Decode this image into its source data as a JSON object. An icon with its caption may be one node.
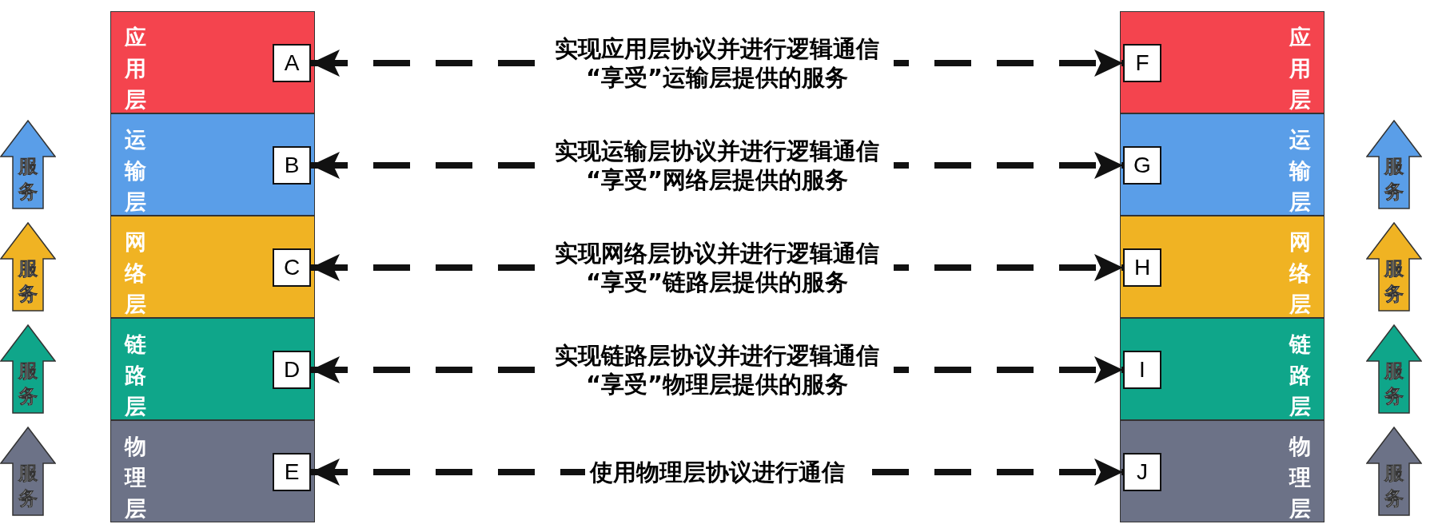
{
  "diagram": {
    "nodes": [
      {
        "text": [
          "应用层"
        ]
      },
      {
        "text": [
          "A"
        ],
        "in": 0
      },
      {
        "text": [
          "运输层"
        ]
      },
      {
        "text": [
          "B"
        ],
        "in": 2
      },
      {
        "text": [
          "网络层"
        ]
      },
      {
        "text": [
          "C"
        ],
        "in": 4
      },
      {
        "text": [
          "链路层"
        ]
      },
      {
        "text": [
          "D"
        ],
        "in": 6
      },
      {
        "text": [
          "物理层"
        ]
      },
      {
        "text": [
          "E"
        ],
        "in": 8
      },
      {
        "text": [
          "应用层"
        ]
      },
      {
        "text": [
          "F"
        ],
        "in": 10
      },
      {
        "text": [
          "运输层"
        ]
      },
      {
        "text": [
          "G"
        ],
        "in": 12
      },
      {
        "text": [
          "网络层"
        ]
      },
      {
        "text": [
          "H"
        ],
        "in": 14
      },
      {
        "text": [
          "链路层"
        ]
      },
      {
        "text": [
          "I"
        ],
        "in": 16
      },
      {
        "text": [
          "物理层"
        ]
      },
      {
        "text": [
          "J"
        ],
        "in": 18
      },
      {
        "text": [
          "服务"
        ]
      },
      {
        "text": [
          "服务"
        ]
      },
      {
        "text": [
          "服务"
        ]
      },
      {
        "text": [
          "服务"
        ]
      },
      {
        "text": [
          "服务"
        ]
      },
      {
        "text": [
          "服务"
        ]
      },
      {
        "text": [
          "服务"
        ]
      },
      {
        "text": [
          "服务"
        ]
      }
    ],
    "edges": [
      {
        "from": 1,
        "to": 11,
        "arrow": "both",
        "style": "dashed",
        "label": "实现应用层协议并进行逻辑通信 “享受”运输层提供的服务"
      },
      {
        "from": 3,
        "to": 13,
        "arrow": "both",
        "style": "dashed",
        "label": "实现运输层协议并进行逻辑通信 “享受”网络层提供的服务"
      },
      {
        "from": 5,
        "to": 15,
        "arrow": "both",
        "style": "dashed",
        "label": "实现网络层协议并进行逻辑通信 “享受”链路层提供的服务"
      },
      {
        "from": 7,
        "to": 17,
        "arrow": "both",
        "style": "dashed",
        "label": "实现链路层协议并进行逻辑通信 “享受”物理层提供的服务"
      },
      {
        "from": 9,
        "to": 19,
        "arrow": "both",
        "style": "dashed",
        "label": "使用物理层协议进行通信"
      }
    ]
  }
}
